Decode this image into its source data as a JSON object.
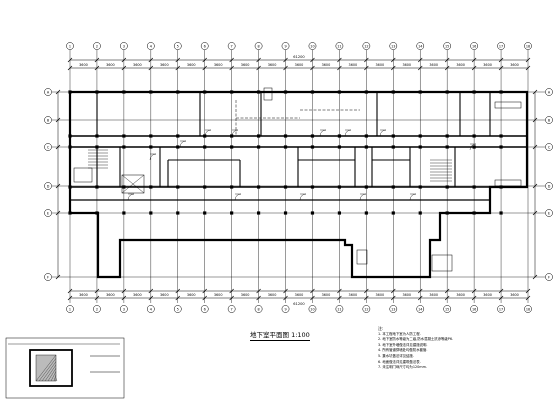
{
  "drawing": {
    "title": "地下室平面图 1:100",
    "column_labels": [
      "1",
      "2",
      "3",
      "4",
      "5",
      "6",
      "7",
      "8",
      "9",
      "10",
      "11",
      "12",
      "13",
      "14",
      "15",
      "16",
      "17",
      "18"
    ],
    "row_labels": [
      "A",
      "B",
      "C",
      "D",
      "E",
      "F"
    ],
    "bay_dims": [
      "3600",
      "3600",
      "3600",
      "3600",
      "3600",
      "3600",
      "3600",
      "3600",
      "3600",
      "3600",
      "3600",
      "3600",
      "3600",
      "3600",
      "3600",
      "3600",
      "3600"
    ],
    "overall_dim": "61200",
    "notes": {
      "heading": "注:",
      "items": [
        "1. 本工程地下室为人防工程.",
        "2. 地下室防水等级为二级,防水混凝土抗渗等级P6.",
        "3. 地下室外墙做法详见建施说明.",
        "4. 所有管道穿墙处均做防水套管.",
        "5. 集水坑做法详见结施.",
        "6. 地面做法详见建筑做法表.",
        "7. 未注明门垛尺寸均为120mm."
      ]
    }
  }
}
